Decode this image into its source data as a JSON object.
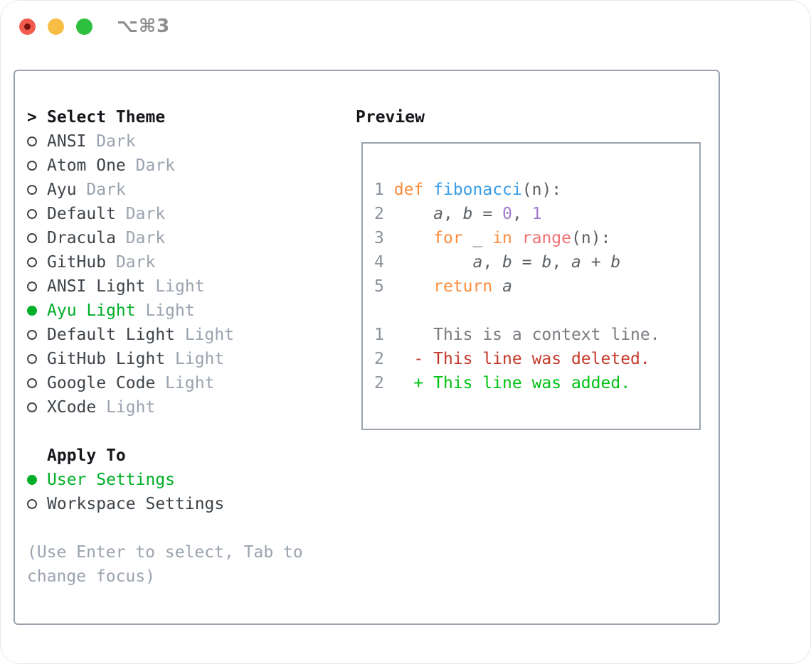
{
  "window": {
    "title": "⌥⌘3"
  },
  "colors": {
    "traffic_red": "#f25c4f",
    "traffic_red_dot": "#7c140e",
    "traffic_yellow": "#f8bd45",
    "traffic_green": "#2dc03e",
    "title_gray": "#8d8d8d",
    "border": "#9aa3ad",
    "header_text": "#15171b",
    "item_text": "#3e444a",
    "muted": "#9aa3af",
    "accent_green": "#00ae27",
    "line_number": "#8a9199",
    "code_plain": "#5c6166",
    "keyword": "#fa8d3e",
    "function": "#399ee6",
    "builtin": "#f07171",
    "number": "#a37acc",
    "diff_context": "#787b80",
    "diff_deleted": "#c43a2a",
    "diff_added": "#00c213"
  },
  "theme_panel": {
    "prompt": ">",
    "title": "Select Theme",
    "items": [
      {
        "name": "ANSI",
        "variant": "Dark",
        "selected": false
      },
      {
        "name": "Atom One",
        "variant": "Dark",
        "selected": false
      },
      {
        "name": "Ayu",
        "variant": "Dark",
        "selected": false
      },
      {
        "name": "Default",
        "variant": "Dark",
        "selected": false
      },
      {
        "name": "Dracula",
        "variant": "Dark",
        "selected": false
      },
      {
        "name": "GitHub",
        "variant": "Dark",
        "selected": false
      },
      {
        "name": "ANSI Light",
        "variant": "Light",
        "selected": false
      },
      {
        "name": "Ayu Light",
        "variant": "Light",
        "selected": true
      },
      {
        "name": "Default Light",
        "variant": "Light",
        "selected": false
      },
      {
        "name": "GitHub Light",
        "variant": "Light",
        "selected": false
      },
      {
        "name": "Google Code",
        "variant": "Light",
        "selected": false
      },
      {
        "name": "XCode",
        "variant": "Light",
        "selected": false
      }
    ],
    "apply_to": {
      "title": "Apply To",
      "options": [
        {
          "label": "User Settings",
          "selected": true
        },
        {
          "label": "Workspace Settings",
          "selected": false
        }
      ]
    },
    "hint_lines": [
      "(Use Enter to select, Tab to",
      "change focus)"
    ]
  },
  "preview_panel": {
    "title": "Preview",
    "lines": [
      {
        "tokens": [
          [
            "ln",
            "1"
          ],
          [
            "pl",
            " "
          ],
          [
            "kw",
            "def"
          ],
          [
            "pl",
            " "
          ],
          [
            "fn",
            "fibonacci"
          ],
          [
            "pl",
            "(n):"
          ]
        ]
      },
      {
        "tokens": [
          [
            "ln",
            "2"
          ],
          [
            "pl",
            "     "
          ],
          [
            "va",
            "a"
          ],
          [
            "pl",
            ", "
          ],
          [
            "va",
            "b"
          ],
          [
            "pl",
            " = "
          ],
          [
            "nu",
            "0"
          ],
          [
            "pl",
            ", "
          ],
          [
            "nu",
            "1"
          ]
        ]
      },
      {
        "tokens": [
          [
            "ln",
            "3"
          ],
          [
            "pl",
            "     "
          ],
          [
            "kw",
            "for"
          ],
          [
            "pl",
            " _ "
          ],
          [
            "kw",
            "in"
          ],
          [
            "pl",
            " "
          ],
          [
            "bi",
            "range"
          ],
          [
            "pl",
            "(n):"
          ]
        ]
      },
      {
        "tokens": [
          [
            "ln",
            "4"
          ],
          [
            "pl",
            "         "
          ],
          [
            "va",
            "a"
          ],
          [
            "pl",
            ", "
          ],
          [
            "va",
            "b"
          ],
          [
            "pl",
            " = "
          ],
          [
            "va",
            "b"
          ],
          [
            "pl",
            ", "
          ],
          [
            "va",
            "a"
          ],
          [
            "pl",
            " + "
          ],
          [
            "va",
            "b"
          ]
        ]
      },
      {
        "tokens": [
          [
            "ln",
            "5"
          ],
          [
            "pl",
            "     "
          ],
          [
            "kw",
            "return"
          ],
          [
            "pl",
            " "
          ],
          [
            "va",
            "a"
          ]
        ]
      },
      {
        "tokens": []
      },
      {
        "tokens": [
          [
            "ln",
            "1"
          ],
          [
            "ctx",
            "     This is a context line."
          ]
        ]
      },
      {
        "tokens": [
          [
            "ln",
            "2"
          ],
          [
            "del",
            "   - This line was deleted."
          ]
        ]
      },
      {
        "tokens": [
          [
            "ln",
            "2"
          ],
          [
            "add",
            "   + This line was added."
          ]
        ]
      }
    ]
  }
}
